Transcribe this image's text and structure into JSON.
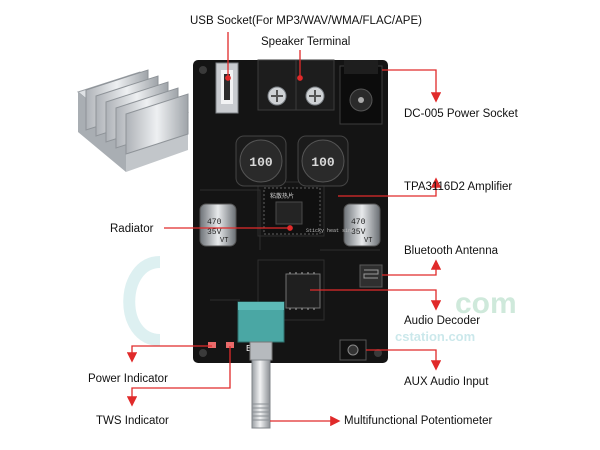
{
  "labels": {
    "usb_socket": "USB Socket(For MP3/WAV/WMA/FLAC/APE)",
    "speaker_terminal": "Speaker Terminal",
    "dc_power_socket": "DC-005 Power Socket",
    "amplifier": "TPA3116D2 Amplifier",
    "radiator": "Radiator",
    "bluetooth_antenna": "Bluetooth Antenna",
    "audio_decoder": "Audio Decoder",
    "power_indicator": "Power Indicator",
    "aux_audio_input": "AUX Audio Input",
    "tws_indicator": "TWS Indicator",
    "potentiometer": "Multifunctional Potentiometer"
  },
  "board_markings": {
    "inductor": "100",
    "cap_value": "470",
    "cap_voltage": "35V",
    "cap_brand": "VT",
    "pot_value": "B10K",
    "heatsink_note": "粘散热片",
    "sticky_note": "Sticky heat sink"
  },
  "watermark": {
    "main": "com",
    "sub": "cstation.com"
  },
  "colors": {
    "pointer": "#e02a2a",
    "board": "#141414",
    "pot_body": "#4aa7a4",
    "heatsink": "#c9ccd0"
  }
}
